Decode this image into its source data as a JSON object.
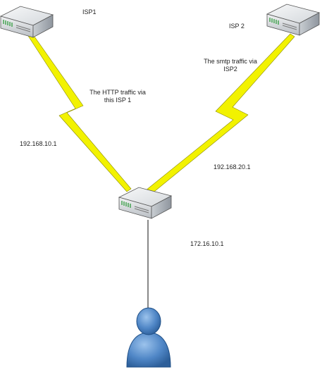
{
  "labels": {
    "isp1": "ISP1",
    "isp2": "ISP 2",
    "http_note_line1": "The HTTP traffic via",
    "http_note_line2": "this ISP 1",
    "smtp_note_line1": "The smtp traffic via",
    "smtp_note_line2": "ISP2",
    "ip_isp1_link": "192.168.10.1",
    "ip_isp2_link": "192.168.20.1",
    "ip_lan": "172.16.10.1"
  },
  "devices": [
    {
      "id": "isp1-router",
      "type": "router"
    },
    {
      "id": "isp2-router",
      "type": "router"
    },
    {
      "id": "local-router",
      "type": "router"
    },
    {
      "id": "user",
      "type": "user"
    }
  ],
  "colors": {
    "lightning": "#f2f200",
    "router_top": "#e9ecef",
    "router_side": "#b6bcc3",
    "user": "#4f86c6",
    "link": "#111111"
  }
}
